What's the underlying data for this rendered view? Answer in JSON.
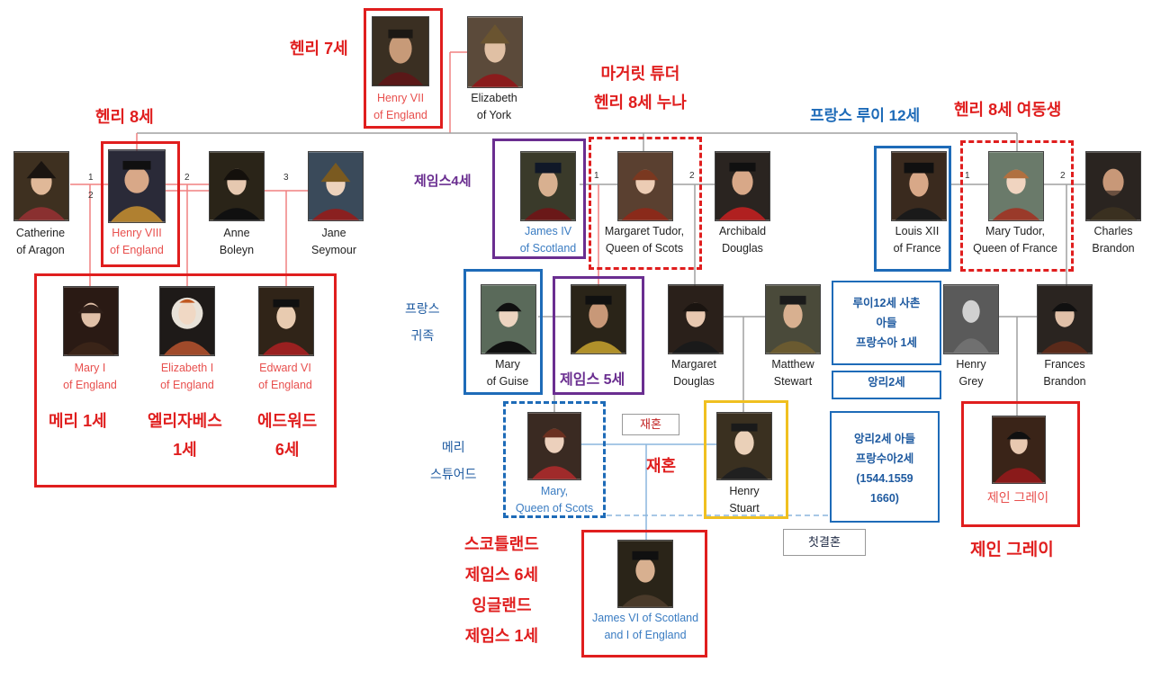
{
  "colors": {
    "red": "#e01e1e",
    "blue": "#1e6bb8",
    "purple": "#6a2e90",
    "yellow": "#f0c020",
    "line_red": "#f08080",
    "line_grey": "#a0a0a0",
    "line_blue": "#8bb6dd"
  },
  "people": {
    "henry7": "Henry VII\nof England",
    "elizabeth_york": "Elizabeth\nof York",
    "catherine_aragon": "Catherine\nof Aragon",
    "henry8": "Henry VIII\nof England",
    "anne_boleyn": "Anne\nBoleyn",
    "jane_seymour": "Jane\nSeymour",
    "mary1": "Mary I\nof England",
    "elizabeth1": "Elizabeth I\nof England",
    "edward6": "Edward VI\nof England",
    "james4": "James IV\nof Scotland",
    "margaret_tudor": "Margaret Tudor,\nQueen of Scots",
    "archibald_douglas": "Archibald\nDouglas",
    "louis12": "Louis XII\nof France",
    "mary_tudor": "Mary Tudor,\nQueen of France",
    "charles_brandon": "Charles\nBrandon",
    "mary_guise": "Mary\nof Guise",
    "margaret_douglas": "Margaret\nDouglas",
    "matthew_stewart": "Matthew\nStewart",
    "henry_grey": "Henry\nGrey",
    "frances_brandon": "Frances\nBrandon",
    "mary_scots": "Mary,\nQueen of Scots",
    "henry_stuart": "Henry\nStuart",
    "james6": "James VI of Scotland\nand I of England",
    "jane_grey": "제인 그레이"
  },
  "numbers": {
    "n1a": "1",
    "n2a": "2",
    "n2b": "2",
    "n3": "3",
    "n1b": "1",
    "n2c": "2",
    "n1c": "1",
    "n2d": "2"
  },
  "annotations": {
    "henry7_kr": "헨리 7세",
    "henry8_kr": "헨리 8세",
    "margaret_kr": "마거릿 튜더\n헨리 8세 누나",
    "louis_kr": "프랑스 루이 12세",
    "mary_tudor_kr": "헨리 8세 여동생",
    "james4_kr": "제임스4세",
    "french_noble_kr": "프랑스\n귀족",
    "james5_kr": "제임스 5세",
    "mary1_kr": "메리 1세",
    "elizabeth1_kr": "엘리자베스\n1세",
    "edward6_kr": "에드워드\n6세",
    "mary_stuart_kr": "메리\n스튜어드",
    "james6_kr": "스코틀랜드\n제임스 6세\n잉글랜드\n제임스 1세",
    "jane_grey_kr": "제인 그레이"
  },
  "info_boxes": {
    "francis1": "루이12세 사촌\n아들\n프랑수아 1세",
    "henri2": "앙리2세",
    "francis2": "앙리2세 아들\n프랑수아2세\n(1544.1559\n1660)"
  },
  "tags": {
    "remarry1": "재혼",
    "remarry2": "재혼",
    "first_marriage": "첫결혼"
  }
}
